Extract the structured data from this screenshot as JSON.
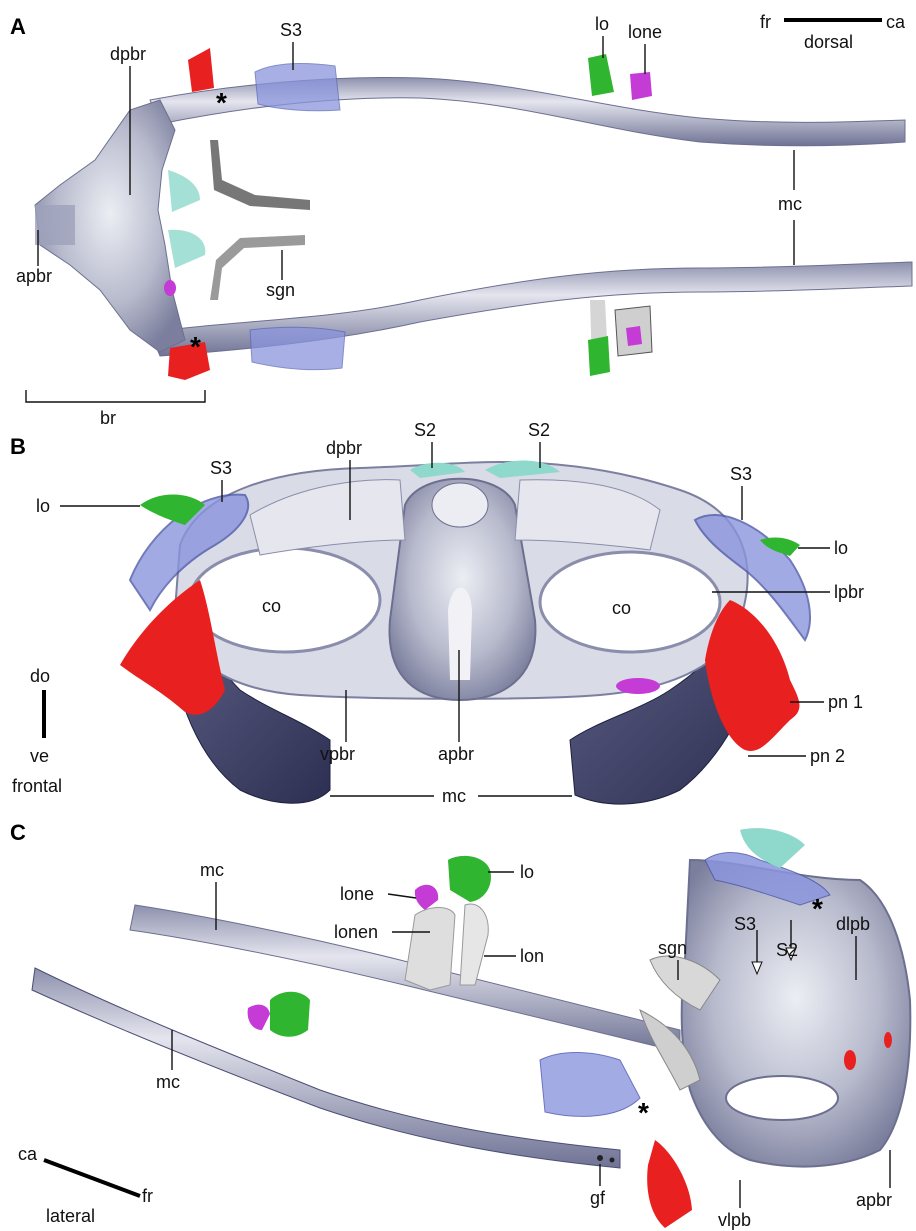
{
  "colors": {
    "cartilage": "#b9bccf",
    "cartilage_dark": "#6c6f8f",
    "cartilage_deep": "#3d4066",
    "s3_blue": "#8a95dd",
    "s2_teal": "#8ed8cc",
    "red": "#e8201f",
    "green": "#2fb52f",
    "magenta": "#c43bd6",
    "grey_nerve": "#c8c8c8"
  },
  "panels": {
    "a": {
      "letter": "A",
      "labels": {
        "dpbr": "dpbr",
        "s3": "S3",
        "lo": "lo",
        "lone": "lone",
        "mc": "mc",
        "sgn": "sgn",
        "apbr": "apbr",
        "br": "br"
      },
      "orientation": {
        "left": "fr",
        "right": "ca",
        "below": "dorsal"
      }
    },
    "b": {
      "letter": "B",
      "labels": {
        "dpbr": "dpbr",
        "s2_left": "S2",
        "s2_right": "S2",
        "s3_left": "S3",
        "s3_right": "S3",
        "lo_left": "lo",
        "lo_right": "lo",
        "co_left": "co",
        "co_right": "co",
        "lpbr": "lpbr",
        "pn1": "pn 1",
        "pn2": "pn 2",
        "vpbr": "vpbr",
        "apbr": "apbr",
        "mc": "mc"
      },
      "orientation": {
        "top": "do",
        "bottom": "ve",
        "below": "frontal"
      }
    },
    "c": {
      "letter": "C",
      "labels": {
        "mc_upper": "mc",
        "mc_lower": "mc",
        "lone": "lone",
        "lo": "lo",
        "lonen": "lonen",
        "lon": "lon",
        "s3": "S3",
        "s2": "S2",
        "sgn": "sgn",
        "dlpb": "dlpb",
        "gf": "gf",
        "vlpb": "vlpb",
        "apbr": "apbr"
      },
      "orientation": {
        "left": "ca",
        "right": "fr",
        "below": "lateral"
      }
    }
  }
}
